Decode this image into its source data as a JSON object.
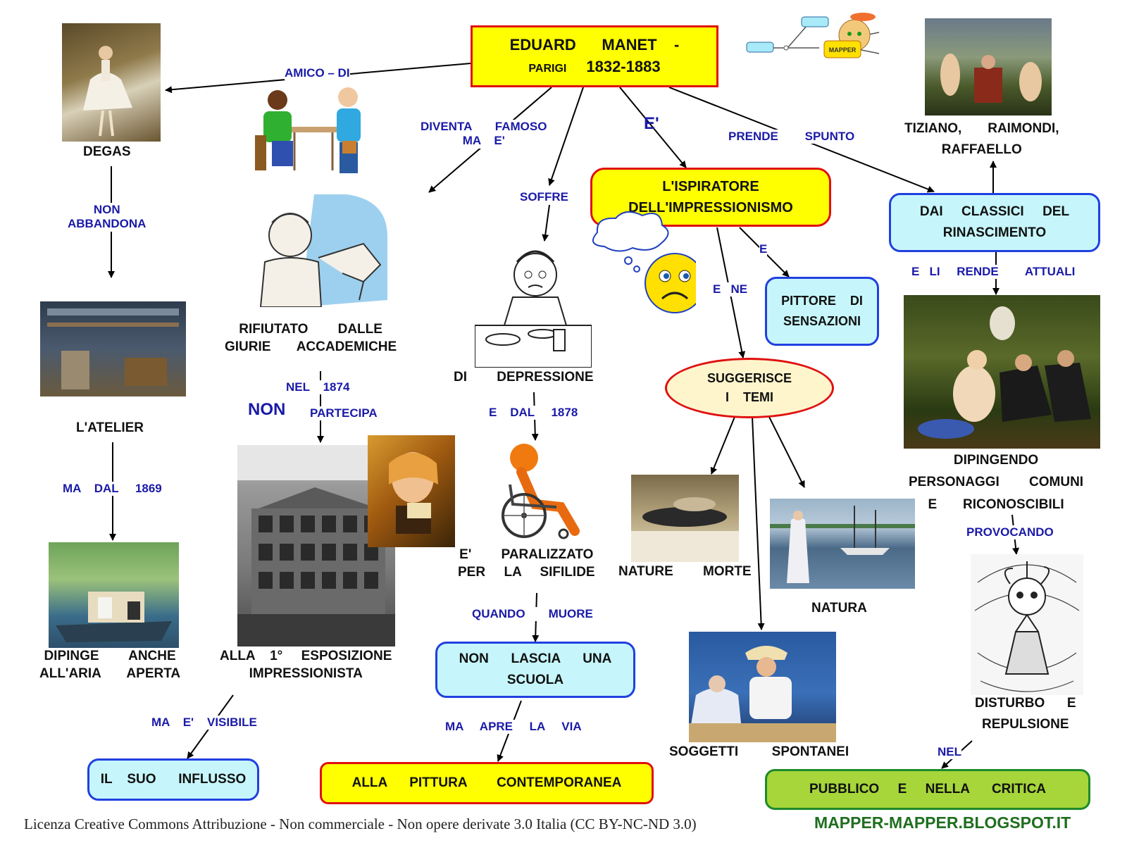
{
  "title": {
    "line1": "EDUARD      MANET    -",
    "line2a": "PARIGI",
    "line2b": "1832-1883"
  },
  "nodes": {
    "degas": "DEGAS",
    "atelier": "L'ATELIER",
    "dipinge": "DIPINGE        ANCHE\nALL'ARIA       APERTA",
    "influsso": "IL    SUO      INFLUSSO",
    "rifiutato": "RIFIUTATO        DALLE\nGIURIE       ACCADEMICHE",
    "non_big": "NON",
    "esposizione": "ALLA    1°     ESPOSIZIONE\nIMPRESSIONISTA",
    "pittura": "ALLA      PITTURA        CONTEMPORANEA",
    "depressione": "DI        DEPRESSIONE",
    "paralizzato": "E'        PARALIZZATO\nPER     LA     SIFILIDE",
    "scuola": "NON      LASCIA      UNA\nSCUOLA",
    "ispiratore": "L'ISPIRATORE\nDELL'IMPRESSIONISMO",
    "sensazioni": "PITTORE    DI\nSENSAZIONI",
    "suggerisce": "SUGGERISCE\nI    TEMI",
    "nature_morte": "NATURE        MORTE",
    "natura": "NATURA",
    "soggetti": "SOGGETTI         SPONTANEI",
    "tiziano": "TIZIANO,       RAIMONDI,\nRAFFAELLO",
    "classici": "DAI     CLASSICI     DEL\nRINASCIMENTO",
    "dipingendo": "DIPINGENDO\nPERSONAGGI        COMUNI\nE       RICONOSCIBILI",
    "disturbo": "DISTURBO      E\nREPULSIONE",
    "pubblico": "PUBBLICO     E     NELLA      CRITICA"
  },
  "links": {
    "amico": "AMICO – DI",
    "non_abbandona": "NON\nABBANDONA",
    "ma_dal_1869": "MA    DAL     1869",
    "ma_e_visibile": "MA    E'    VISIBILE",
    "diventa": "DIVENTA       FAMOSO\nMA    E'",
    "nel_1874": "NEL    1874",
    "partecipa": "PARTECIPA",
    "soffre": "SOFFRE",
    "e_dal_1878": "E    DAL     1878",
    "quando_muore": "QUANDO       MUORE",
    "ma_apre": "MA     APRE     LA     VIA",
    "e_big": "E'",
    "prende_spunto": "PRENDE        SPUNTO",
    "e_small": "E",
    "e_ne": "E   NE",
    "e_li_rende": "E   LI     RENDE        ATTUALI",
    "provocando": "PROVOCANDO",
    "nel": "NEL"
  },
  "logo_text": "MAPPER",
  "footer": {
    "license": "Licenza Creative Commons Attribuzione - Non commerciale - Non opere derivate 3.0 Italia (CC BY-NC-ND 3.0)",
    "url": "MAPPER-MAPPER.BLOGSPOT.IT"
  },
  "colors": {
    "title_fill": "#ffff00",
    "title_border": "#e01010",
    "cyan_fill": "#c6f6fb",
    "cyan_border": "#2040e0",
    "green_fill": "#a6d63a",
    "link_text": "#1a1aa8"
  }
}
